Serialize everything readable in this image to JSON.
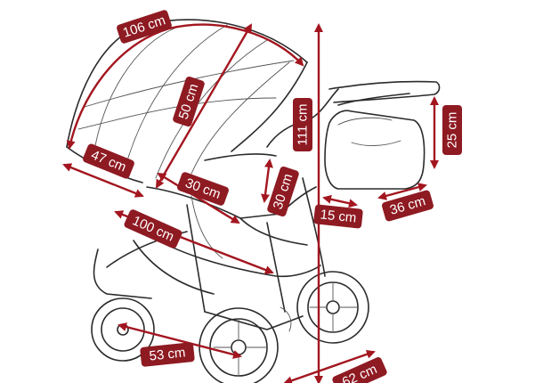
{
  "dimensions": {
    "canopy_arc": "106 cm",
    "canopy_height": "50 cm",
    "seat_length": "47 cm",
    "seat_width": "30 cm",
    "total_height": "111 cm",
    "bag_height": "25 cm",
    "backrest_height": "30 cm",
    "bag_depth": "15 cm",
    "bag_width": "36 cm",
    "total_length": "100 cm",
    "wheelbase": "53 cm",
    "base_width": "62 cm"
  },
  "colors": {
    "accent": "#8e1a22",
    "arrow": "#a3161f",
    "line": "#2b2b2b"
  }
}
